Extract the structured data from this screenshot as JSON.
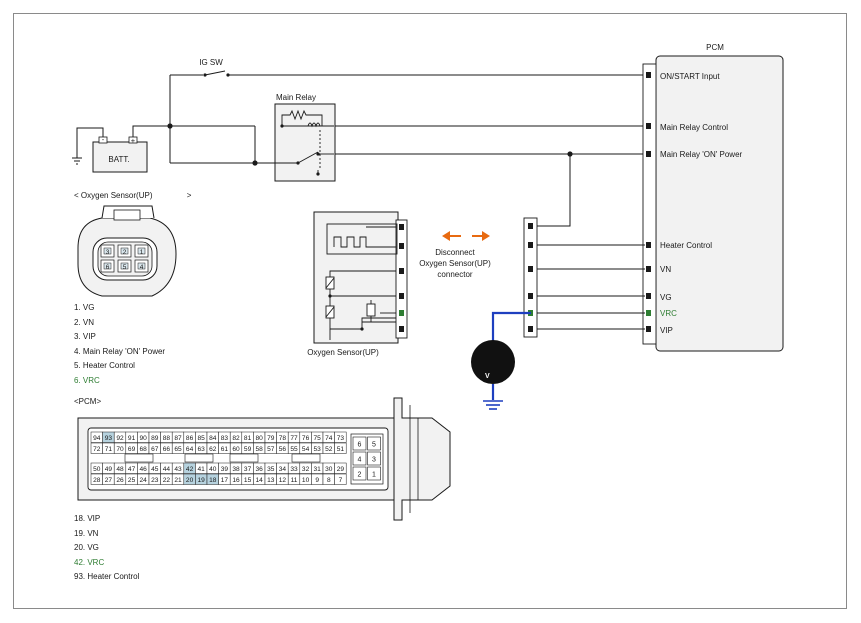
{
  "colors": {
    "line": "#1a1a1a",
    "highlight": "#2e7d32",
    "probe": "#1e3fbf",
    "arrow": "#e86a10",
    "pinHighlight": "#b7d3df",
    "fill": "#f2f2f2"
  },
  "labels": {
    "ig_sw": "IG SW",
    "main_relay": "Main Relay",
    "batt": "BATT.",
    "batt_minus": "-",
    "batt_plus": "+",
    "pcm": "PCM",
    "oxygen_sensor_up": "Oxygen Sensor(UP)",
    "voltmeter": "V",
    "disconnect_line1": "Disconnect",
    "disconnect_line2": "Oxygen Sensor(UP)",
    "disconnect_line3": "connector"
  },
  "pcm_pins": {
    "on_start": "ON/START Input",
    "main_relay_control": "Main Relay Control",
    "main_relay_on_power": "Main Relay 'ON' Power",
    "heater_control": "Heater Control",
    "vn": "VN",
    "vg": "VG",
    "vrc": "VRC",
    "vip": "VIP"
  },
  "sensor_connector": {
    "title_left": "< Oxygen Sensor(UP)",
    "title_right": ">",
    "pins": [
      {
        "num": "1",
        "label": "1. VG",
        "highlight": false
      },
      {
        "num": "2",
        "label": "2. VN",
        "highlight": false
      },
      {
        "num": "3",
        "label": "3. VIP",
        "highlight": false
      },
      {
        "num": "4",
        "label": "4. Main Relay 'ON' Power",
        "highlight": false
      },
      {
        "num": "5",
        "label": "5. Heater Control",
        "highlight": false
      },
      {
        "num": "6",
        "label": "6. VRC",
        "highlight": true
      }
    ]
  },
  "pcm_connector": {
    "title": "<PCM>",
    "row1": [
      "94",
      "93",
      "92",
      "91",
      "90",
      "89",
      "88",
      "87",
      "86",
      "85",
      "84",
      "83",
      "82",
      "81",
      "80",
      "79",
      "78",
      "77",
      "76",
      "75",
      "74",
      "73"
    ],
    "row2": [
      "72",
      "71",
      "70",
      "69",
      "68",
      "67",
      "66",
      "65",
      "64",
      "63",
      "62",
      "61",
      "60",
      "59",
      "58",
      "57",
      "56",
      "55",
      "54",
      "53",
      "52",
      "51"
    ],
    "row3": [
      "50",
      "49",
      "48",
      "47",
      "46",
      "45",
      "44",
      "43",
      "42",
      "41",
      "40",
      "39",
      "38",
      "37",
      "36",
      "35",
      "34",
      "33",
      "32",
      "31",
      "30",
      "29"
    ],
    "row4": [
      "28",
      "27",
      "26",
      "25",
      "24",
      "23",
      "22",
      "21",
      "20",
      "19",
      "18",
      "17",
      "16",
      "15",
      "14",
      "13",
      "12",
      "11",
      "10",
      "9",
      "8",
      "7"
    ],
    "side": [
      "6",
      "5",
      "4",
      "3",
      "2",
      "1"
    ],
    "highlighted": [
      "93",
      "42",
      "20",
      "19",
      "18"
    ],
    "pins": [
      {
        "label": "18. VIP",
        "highlight": false
      },
      {
        "label": "19. VN",
        "highlight": false
      },
      {
        "label": "20. VG",
        "highlight": false
      },
      {
        "label": "42. VRC",
        "highlight": true
      },
      {
        "label": "93. Heater Control",
        "highlight": false
      }
    ]
  }
}
